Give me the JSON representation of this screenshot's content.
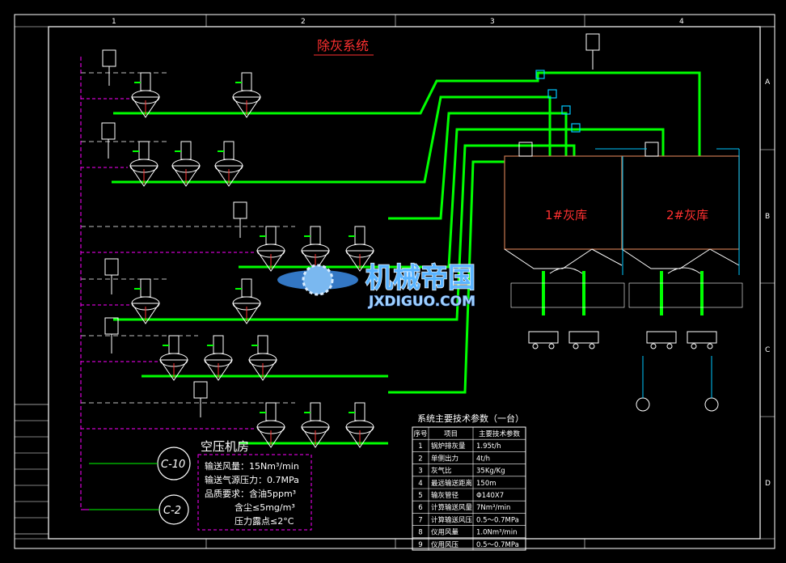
{
  "title": "除灰系统",
  "grid": {
    "cols": [
      "1",
      "2",
      "3",
      "4"
    ],
    "rows": [
      "A",
      "B",
      "C",
      "D"
    ]
  },
  "silos": [
    {
      "label": "1#灰库"
    },
    {
      "label": "2#灰库"
    }
  ],
  "compressor_room": {
    "title": "空压机房",
    "units": [
      "C-10",
      "C-2"
    ],
    "specs": [
      "输送风量：15Nm³/min",
      "输送气源压力：0.7MPa",
      "品质要求：含油5ppm³",
      "含尘≤5mg/m³",
      "压力露点≤2°C"
    ]
  },
  "params_table": {
    "title": "系统主要技术参数（一台）",
    "headers": [
      "序号",
      "项目",
      "主要技术参数"
    ],
    "rows": [
      [
        "1",
        "锅炉排灰量",
        "1.95t/h"
      ],
      [
        "2",
        "单侧出力",
        "4t/h"
      ],
      [
        "3",
        "灰气比",
        "35Kg/Kg"
      ],
      [
        "4",
        "最远输送距离",
        "150m"
      ],
      [
        "5",
        "输灰管径",
        "Φ140X7"
      ],
      [
        "6",
        "计算输送风量",
        "7Nm³/min"
      ],
      [
        "7",
        "计算输送风压",
        "0.5～0.7MPa"
      ],
      [
        "8",
        "仪用风量",
        "1.0Nm³/min"
      ],
      [
        "9",
        "仪用风压",
        "0.5～0.7MPa"
      ]
    ]
  },
  "watermark": {
    "cn": "机械帝国",
    "en": "JXDIGUO.COM"
  },
  "colors": {
    "frame": "#ffffff",
    "pipe": "#00ff00",
    "title": "#ff3030",
    "silo": "#c87850",
    "air_line": "#ff00ff",
    "inst": "#00c8ff",
    "watermark": "#5ab4ff"
  }
}
